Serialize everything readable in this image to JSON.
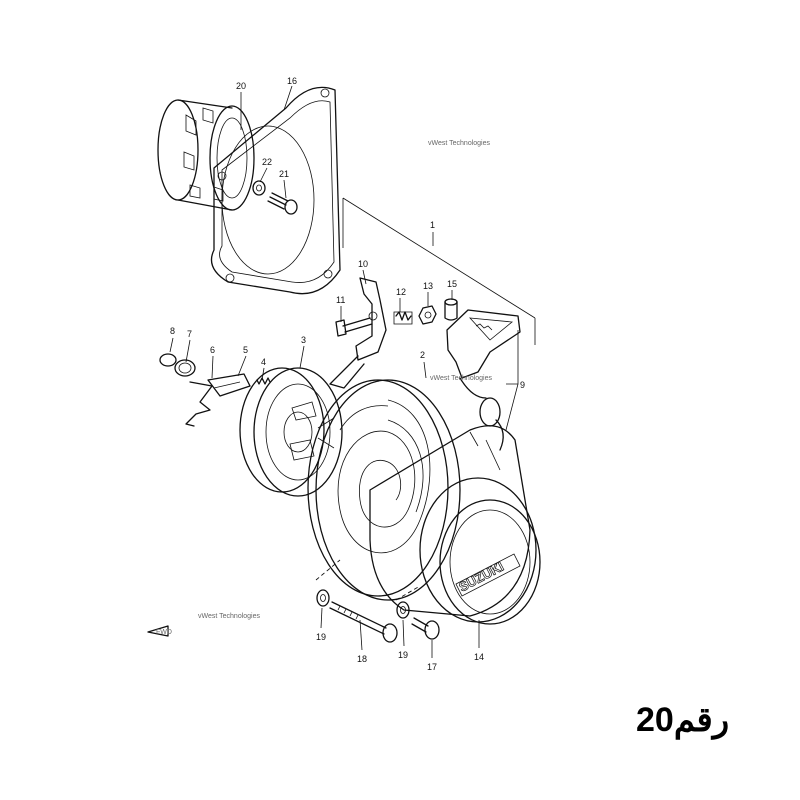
{
  "watermarks": [
    "vWest Technologies",
    "vWest Technologies",
    "vWest Technologies"
  ],
  "callouts": [
    "1",
    "2",
    "3",
    "4",
    "5",
    "6",
    "7",
    "8",
    "9",
    "10",
    "11",
    "12",
    "13",
    "14",
    "15",
    "16",
    "17",
    "18",
    "19",
    "19",
    "20",
    "21",
    "22"
  ],
  "cover_brand": "SUZUKI",
  "direction_marker": "FWD",
  "page_label": "رقم20"
}
